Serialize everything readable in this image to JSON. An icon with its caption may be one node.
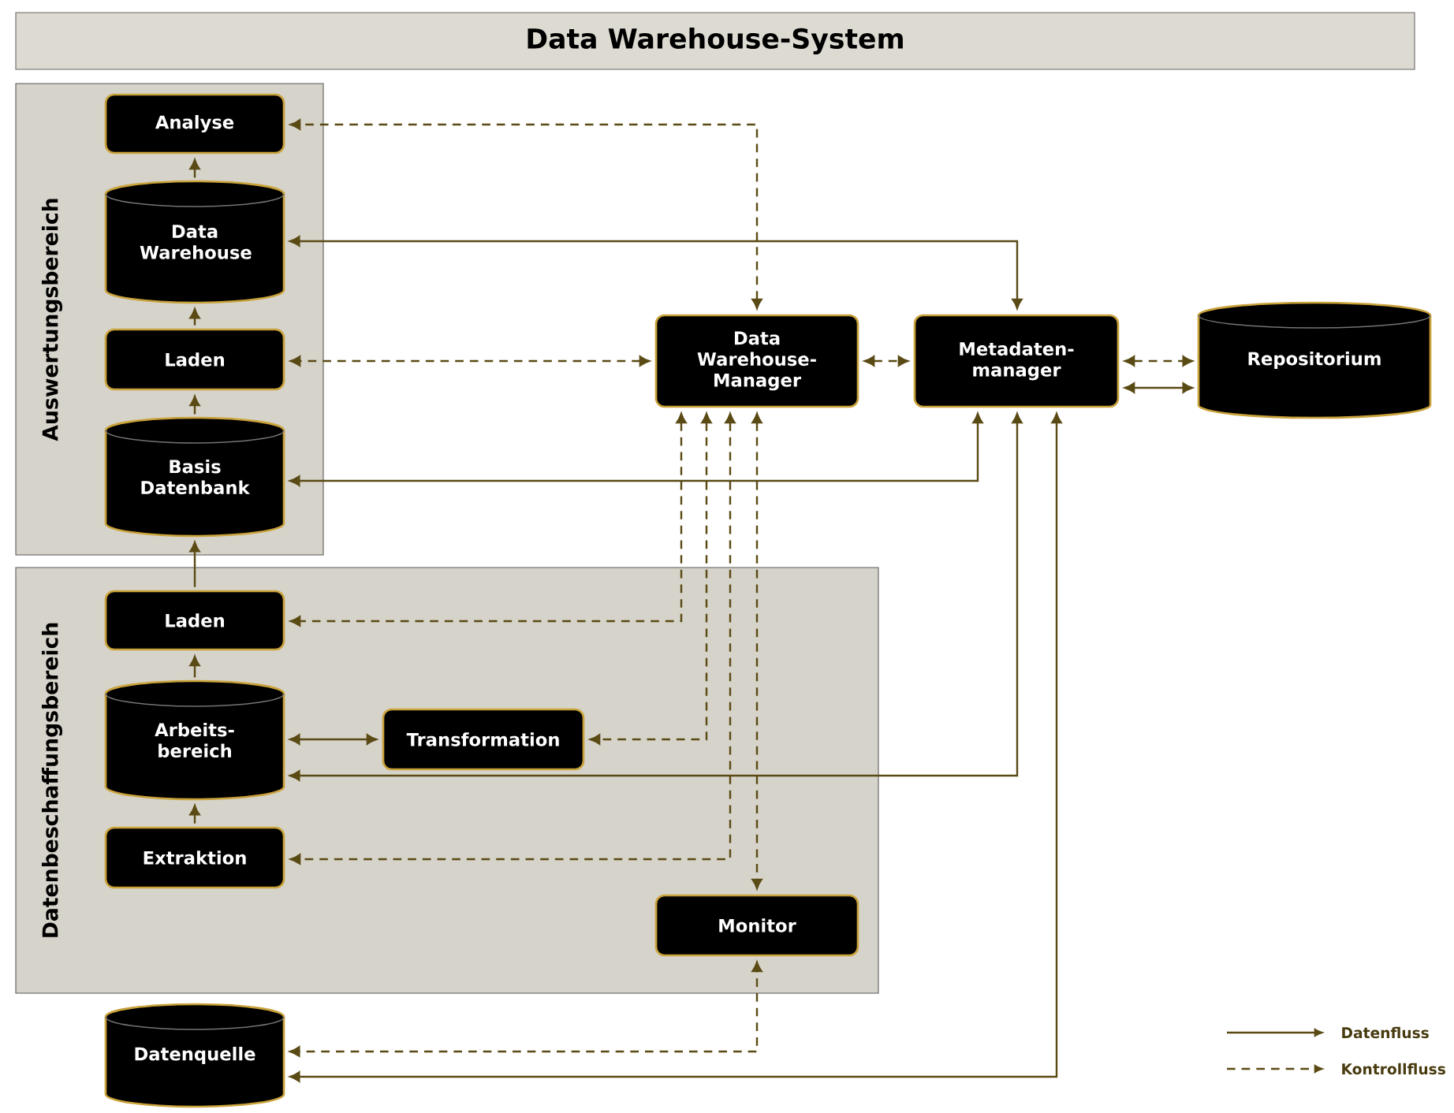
{
  "diagram": {
    "nodes": [
      {
        "text": [
          "Data Warehouse-System"
        ]
      },
      {
        "text": [
          "Auswertungsbereich"
        ]
      },
      {
        "text": [
          "Analyse"
        ],
        "in": 1
      },
      {
        "text": [
          "Data Warehouse"
        ],
        "in": 1
      },
      {
        "text": [
          "Laden"
        ],
        "in": 1
      },
      {
        "text": [
          "Basis Datenbank"
        ],
        "in": 1
      },
      {
        "text": [
          "Datenbeschaffungsbereich"
        ]
      },
      {
        "text": [
          "Laden"
        ],
        "in": 6
      },
      {
        "text": [
          "Arbeits- bereich"
        ],
        "in": 6
      },
      {
        "text": [
          "Transformation"
        ],
        "in": 6
      },
      {
        "text": [
          "Extraktion"
        ],
        "in": 6
      },
      {
        "text": [
          "Monitor"
        ],
        "in": 6
      },
      {
        "text": [
          "Data Warehouse- Manager"
        ]
      },
      {
        "text": [
          "Metadaten- manager"
        ]
      },
      {
        "text": [
          "Repositorium"
        ]
      },
      {
        "text": [
          "Datenquelle"
        ]
      }
    ],
    "edges": [
      {
        "from": 3,
        "to": 2,
        "arrow": "to"
      },
      {
        "from": 4,
        "to": 3,
        "arrow": "to"
      },
      {
        "from": 5,
        "to": 4,
        "arrow": "to"
      },
      {
        "from": 7,
        "to": 5,
        "arrow": "to"
      },
      {
        "from": 8,
        "to": 7,
        "arrow": "to"
      },
      {
        "from": 10,
        "to": 8,
        "arrow": "to"
      },
      {
        "from": 8,
        "to": 9,
        "arrow": "both"
      },
      {
        "from": 3,
        "to": 13,
        "arrow": "both"
      },
      {
        "from": 5,
        "to": 13,
        "arrow": "both"
      },
      {
        "from": 8,
        "to": 13,
        "arrow": "both"
      },
      {
        "from": 15,
        "to": 13,
        "arrow": "both"
      },
      {
        "from": 13,
        "to": 14,
        "arrow": "both"
      },
      {
        "from": 13,
        "to": 14,
        "arrow": "both",
        "style": "dashed"
      },
      {
        "from": 12,
        "to": 2,
        "arrow": "both",
        "style": "dashed"
      },
      {
        "from": 12,
        "to": 4,
        "arrow": "both",
        "style": "dashed"
      },
      {
        "from": 12,
        "to": 13,
        "arrow": "both",
        "style": "dashed"
      },
      {
        "from": 12,
        "to": 7,
        "arrow": "both",
        "style": "dashed"
      },
      {
        "from": 12,
        "to": 9,
        "arrow": "both",
        "style": "dashed"
      },
      {
        "from": 12,
        "to": 10,
        "arrow": "both",
        "style": "dashed"
      },
      {
        "from": 12,
        "to": 11,
        "arrow": "both",
        "style": "dashed"
      },
      {
        "from": 15,
        "to": 11,
        "arrow": "both",
        "style": "dashed"
      }
    ],
    "legend": [
      {
        "text": "Datenfluss"
      },
      {
        "text": "Kontrollfluss"
      }
    ]
  }
}
